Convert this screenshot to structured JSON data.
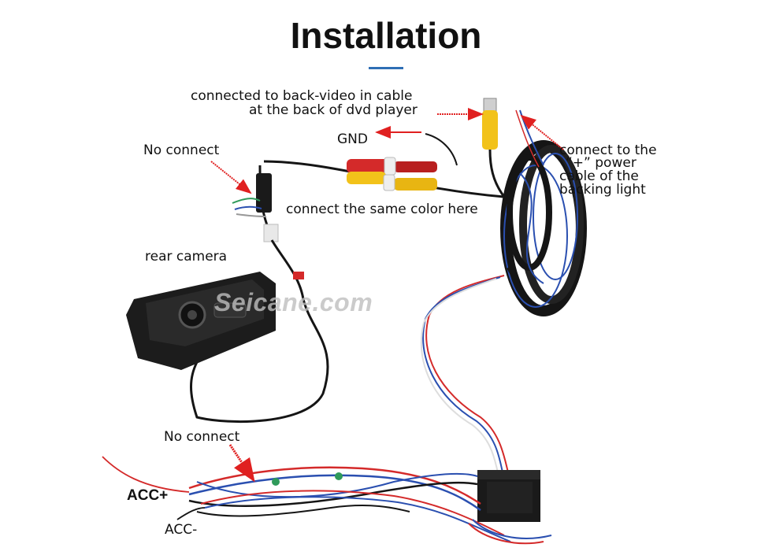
{
  "title": "Installation",
  "watermark": "Seicane.com",
  "labels": {
    "back_video_line1": "connected to back-video in cable",
    "back_video_line2": "at the back of dvd player",
    "gnd": "GND",
    "no_connect_top": "No connect",
    "same_color": "connect the same color here",
    "backing_line1": "connect to the",
    "backing_line2": "“+” power",
    "backing_line3": "cable of the",
    "backing_line4": "backing light",
    "rear_camera": "rear camera",
    "no_connect_bottom": "No connect",
    "acc_plus": "ACC+",
    "acc_minus": "ACC-"
  },
  "colors": {
    "arrow": "#e02020",
    "cable_black": "#151515",
    "cable_blue": "#2a4fb0",
    "rca_red": "#d42a2a",
    "rca_yellow": "#f2c21a",
    "title_rule": "#2f6fb5"
  }
}
